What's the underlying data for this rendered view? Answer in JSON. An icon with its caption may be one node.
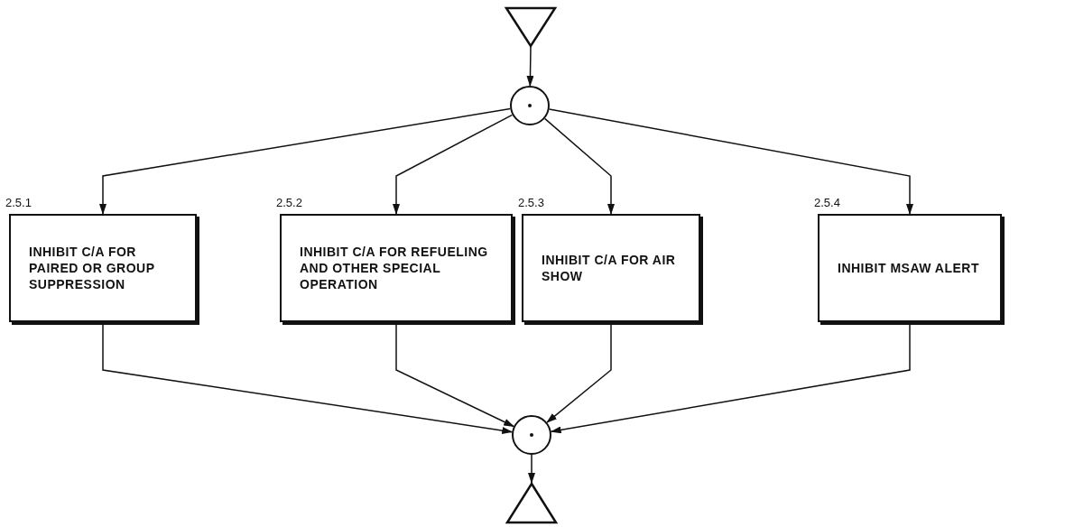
{
  "diagram": {
    "nodes": [
      {
        "text": [],
        "shape": "triangle"
      },
      {
        "text": [],
        "shape": "circle"
      },
      {
        "text": [
          "INHIBIT C/A FOR PAIRED OR GROUP SUPPRESSION"
        ],
        "beside": [
          "2.5.1"
        ]
      },
      {
        "text": [
          "INHIBIT C/A FOR REFUELING AND OTHER SPECIAL OPERATION"
        ],
        "beside": [
          "2.5.2"
        ]
      },
      {
        "text": [
          "INHIBIT C/A FOR AIR SHOW"
        ],
        "beside": [
          "2.5.3"
        ]
      },
      {
        "text": [
          "INHIBIT MSAW ALERT"
        ],
        "beside": [
          "2.5.4"
        ]
      },
      {
        "text": [],
        "shape": "circle"
      },
      {
        "text": [],
        "shape": "triangle"
      }
    ],
    "edges": [
      {
        "from": 0,
        "to": 1,
        "arrow": "to"
      },
      {
        "from": 1,
        "to": 2,
        "arrow": "to"
      },
      {
        "from": 1,
        "to": 3,
        "arrow": "to"
      },
      {
        "from": 1,
        "to": 4,
        "arrow": "to"
      },
      {
        "from": 1,
        "to": 5,
        "arrow": "to"
      },
      {
        "from": 2,
        "to": 6,
        "arrow": "to"
      },
      {
        "from": 3,
        "to": 6,
        "arrow": "to"
      },
      {
        "from": 4,
        "to": 6,
        "arrow": "to"
      },
      {
        "from": 5,
        "to": 6,
        "arrow": "to"
      },
      {
        "from": 6,
        "to": 7,
        "arrow": "to"
      }
    ]
  }
}
